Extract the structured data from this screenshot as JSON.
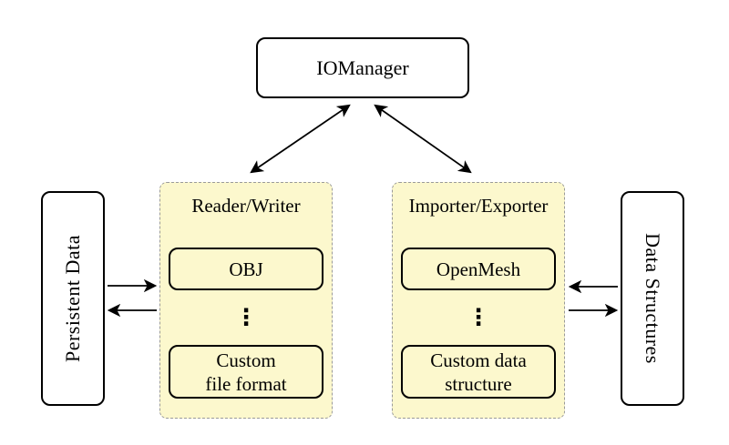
{
  "colors": {
    "panel_fill": "#fcf8cd",
    "panel_border": "#9a9a9a",
    "line": "#000000",
    "background": "#ffffff"
  },
  "nodes": {
    "io_manager": "IOManager",
    "persistent_data": "Persistent Data",
    "data_structures": "Data Structures"
  },
  "reader_writer_panel": {
    "title": "Reader/Writer",
    "box_top": "OBJ",
    "ellipsis": "⋮",
    "box_bottom_line1": "Custom",
    "box_bottom_line2": "file format"
  },
  "importer_exporter_panel": {
    "title": "Importer/Exporter",
    "box_top": "OpenMesh",
    "ellipsis": "⋮",
    "box_bottom_line1": "Custom data",
    "box_bottom_line2": "structure"
  }
}
